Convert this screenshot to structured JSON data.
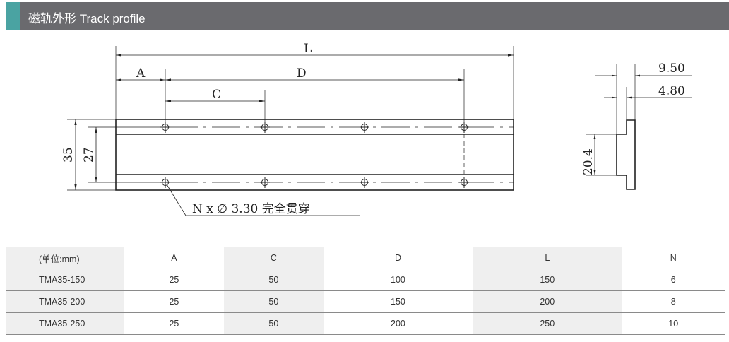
{
  "header": {
    "title": "磁轨外形  Track profile",
    "accent_color": "#4aa3a2",
    "bar_color": "#6a6a6e"
  },
  "drawing": {
    "dims": {
      "L": "L",
      "A": "A",
      "C": "C",
      "D": "D",
      "h35": "35",
      "h27": "27",
      "w950": "9.50",
      "w480": "4.80",
      "h204": "20.4"
    },
    "hole_note": "N x ∅ 3.30 完全贯穿"
  },
  "table": {
    "headers": [
      "(单位:mm)",
      "A",
      "C",
      "D",
      "L",
      "N"
    ],
    "rows": [
      [
        "TMA35-150",
        "25",
        "50",
        "100",
        "150",
        "6"
      ],
      [
        "TMA35-200",
        "25",
        "50",
        "150",
        "200",
        "8"
      ],
      [
        "TMA35-250",
        "25",
        "50",
        "200",
        "250",
        "10"
      ]
    ]
  }
}
